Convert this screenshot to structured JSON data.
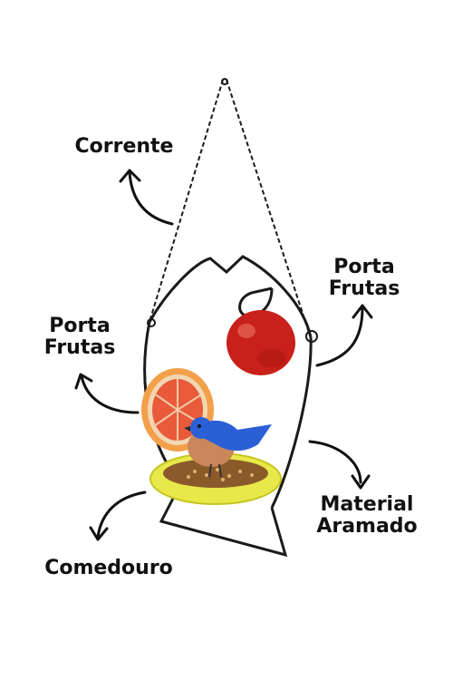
{
  "labels": {
    "chain": "Corrente",
    "fruit_holder_right": "Porta\nFrutas",
    "fruit_holder_left": "Porta\nFrutas",
    "wire_material": "Material\nAramado",
    "feeder_dish": "Comedouro"
  },
  "colors": {
    "background": "#ffffff",
    "wire": "#1a1a1a",
    "dish": "#e8e84a",
    "orange": "#f07a3a",
    "apple": "#c8201a",
    "bird_blue": "#2a5fd6",
    "bird_breast": "#c9875a"
  },
  "icons": [
    "curved-arrow-icon",
    "bird-illustration",
    "orange-slice",
    "apple",
    "chain"
  ]
}
